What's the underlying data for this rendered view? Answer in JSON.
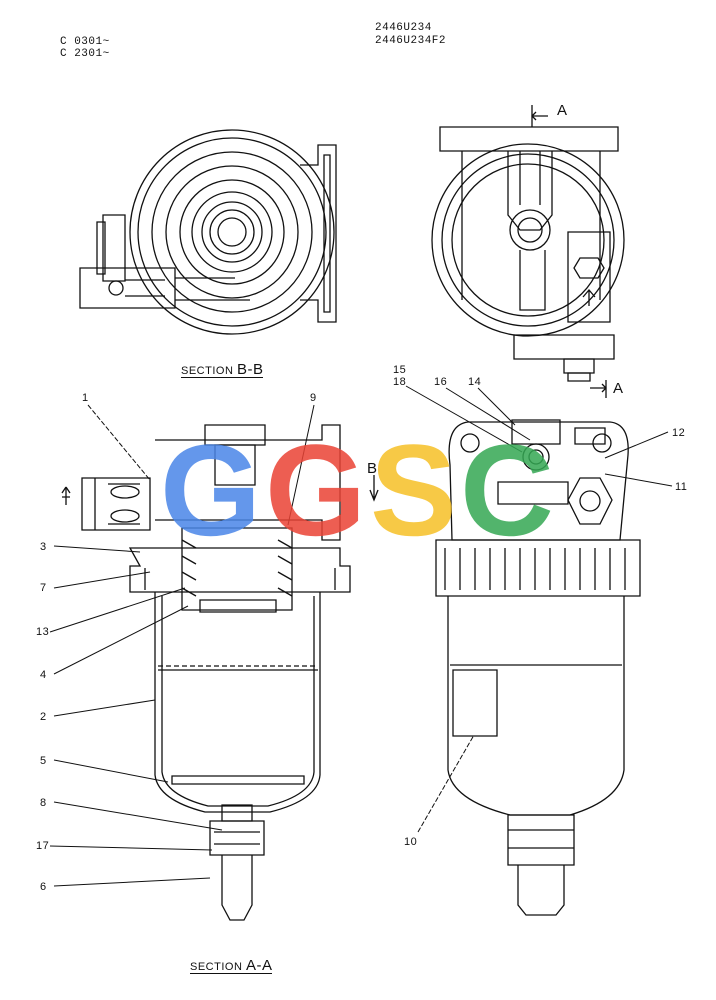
{
  "header": {
    "serial_1": "C 0301~",
    "serial_2": "C 2301~",
    "part_no_1": "2446U234",
    "part_no_2": "2446U234F2"
  },
  "section_bb": {
    "prefix": "SECTION",
    "letters": "B-B"
  },
  "section_aa": {
    "prefix": "SECTION",
    "letters": "A-A"
  },
  "cut_marks": {
    "a_top": "A",
    "a_bottom": "A",
    "b": "B"
  },
  "callouts": {
    "c1": "1",
    "c2": "2",
    "c3": "3",
    "c4": "4",
    "c5": "5",
    "c6": "6",
    "c7": "7",
    "c8": "8",
    "c9": "9",
    "c10": "10",
    "c11": "11",
    "c12": "12",
    "c13": "13",
    "c14": "14",
    "c15": "15",
    "c16": "16",
    "c17": "17",
    "c18": "18"
  },
  "watermark": {
    "letters": [
      "G",
      "G",
      "S",
      "C"
    ],
    "colors": [
      "#4a86e8",
      "#ea4335",
      "#f6c026",
      "#34a853"
    ]
  }
}
